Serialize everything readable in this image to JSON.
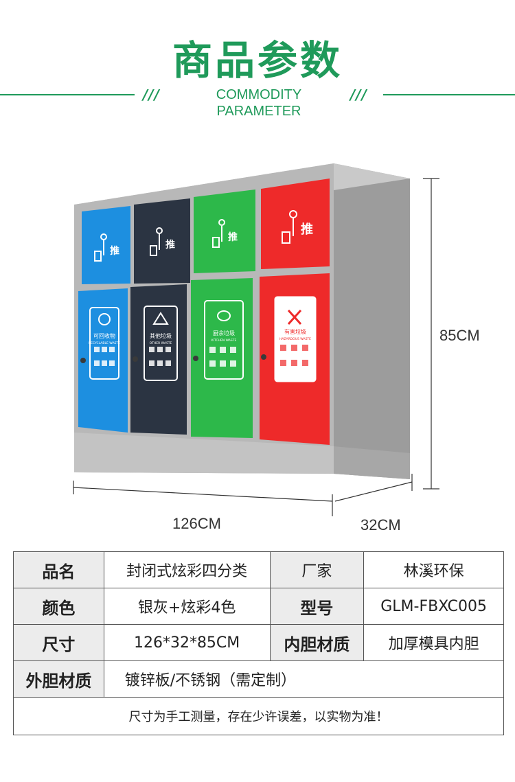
{
  "header": {
    "title": "商品参数",
    "subtitle": "COMMODITY PARAMETER",
    "slash_left": "///",
    "slash_right": "///"
  },
  "product_image": {
    "bins_top": [
      {
        "label": "推",
        "color": "#1d8fe0"
      },
      {
        "label": "推",
        "color": "#2b3442"
      },
      {
        "label": "推",
        "color": "#2db84a"
      },
      {
        "label": "推",
        "color": "#ee2a2a"
      }
    ],
    "bins_bottom": [
      {
        "label_cn": "可回收物",
        "label_en": "RECYCLABLE WASTE",
        "color": "#1d8fe0",
        "icon": "recycle-icon"
      },
      {
        "label_cn": "其他垃圾",
        "label_en": "OTHER WASTE",
        "color": "#2b3442",
        "icon": "other-waste-icon"
      },
      {
        "label_cn": "厨余垃圾",
        "label_en": "KITCHEN WASTE",
        "color": "#2db84a",
        "icon": "kitchen-waste-icon"
      },
      {
        "label_cn": "有害垃圾",
        "label_en": "HAZARDOUS WASTE",
        "color": "#ee2a2a",
        "icon": "hazardous-waste-icon"
      }
    ],
    "dimension_width": "126CM",
    "dimension_depth": "32CM",
    "dimension_height": "85CM"
  },
  "params": {
    "row1": {
      "label1": "品名",
      "value1": "封闭式炫彩四分类",
      "label2": "厂家",
      "value2": "林溪环保"
    },
    "row2": {
      "label1": "颜色",
      "value1": "银灰+炫彩4色",
      "label2": "型号",
      "value2": "GLM-FBXC005"
    },
    "row3": {
      "label1": "尺寸",
      "value1": "126*32*85CM",
      "label2": "内胆材质",
      "value2": "加厚模具内胆"
    },
    "row4": {
      "label1": "外胆材质",
      "value1": "镀锌板/不锈钢（需定制）"
    },
    "note": "尺寸为手工测量，存在少许误差，以实物为准！"
  },
  "colors": {
    "brand_green": "#1f9a5a",
    "cabinet_gray": "#b5b5b5"
  }
}
